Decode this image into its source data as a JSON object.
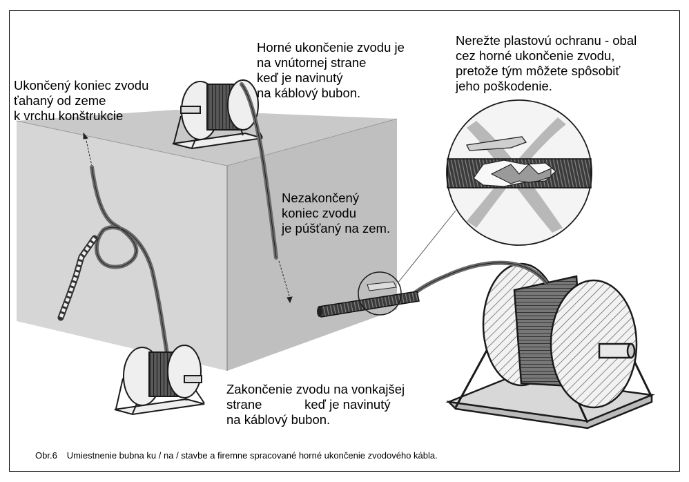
{
  "labels": {
    "pulled_end": [
      "Ukončený koniec zvodu",
      "ťahaný od zeme",
      "k vrchu konštrukcie"
    ],
    "top_end": [
      "Horné ukončenie zvodu je",
      "na vnútornej strane",
      " keď je navinutý",
      " na káblový bubon."
    ],
    "warning": [
      "Nerežte plastovú ochranu - obal",
      "cez horné ukončenie zvodu,",
      "pretože tým môžete spôsobiť",
      "jeho poškodenie."
    ],
    "loose_end": [
      "Nezakončený",
      "koniec zvodu",
      "je púšťaný na zem."
    ],
    "outer_end": [
      "Zakončenie zvodu na vonkajšej",
      "strane            keď je navinutý",
      "na káblový bubon."
    ]
  },
  "caption": {
    "number": "Obr.6",
    "text": "Umiestnenie bubna ku / na /  stavbe a firemne spracované horné ukončenie zvodového kábla."
  },
  "colors": {
    "block": "#d0d0d0",
    "block_side": "#dadada",
    "cable": "#707070",
    "drum": "#ededed",
    "outline": "#1a1a1a"
  }
}
